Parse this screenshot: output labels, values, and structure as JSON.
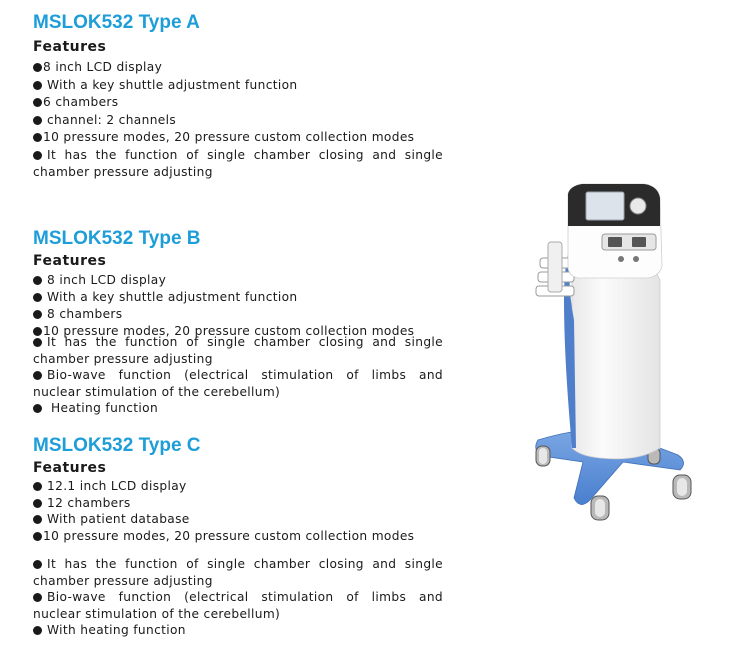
{
  "type_a": {
    "title": "MSLOK532 Type A",
    "features_label": "Features",
    "items": [
      "8 inch LCD display",
      "With a key shuttle adjustment function",
      "6 chambers",
      "channel:  2 channels",
      "10 pressure modes, 20 pressure custom collection modes",
      "It has the function of single chamber closing and single chamber pressure adjusting"
    ]
  },
  "type_b": {
    "title": "MSLOK532 Type B",
    "features_label": "Features",
    "items": [
      "8 inch LCD display",
      "With a key shuttle adjustment function",
      "8 chambers",
      "10 pressure modes, 20 pressure custom collection modes",
      "It has the function of single chamber closing and single chamber pressure adjusting",
      "Bio-wave function (electrical stimulation of limbs and nuclear stimulation of the cerebellum)",
      "Heating function"
    ]
  },
  "type_c": {
    "title": "MSLOK532 Type C",
    "features_label": "Features",
    "items": [
      "12.1 inch LCD display",
      "12 chambers",
      "With patient database",
      "10 pressure modes, 20 pressure custom collection modes",
      "It has the function of single chamber closing and single chamber pressure adjusting",
      "Bio-wave function (electrical stimulation of limbs and nuclear stimulation of the cerebellum)",
      "With heating function"
    ]
  },
  "colors": {
    "title_blue": "#1e9ed8",
    "machine_blue": "#5b8fd6",
    "machine_body": "#f4f4f4"
  }
}
